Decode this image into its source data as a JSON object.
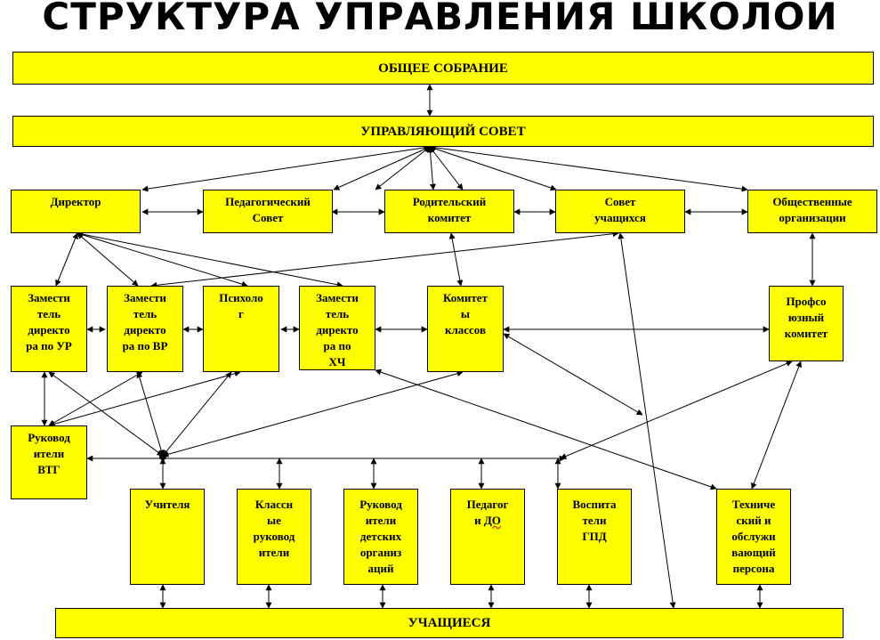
{
  "title": "СТРУКТУРА УПРАВЛЕНИЯ ШКОЛОЙ",
  "nodes": {
    "general_meeting": "ОБЩЕЕ СОБРАНИЕ",
    "board": "УПРАВЛЯЮЩИЙ СОВЕТ",
    "director": "Директор",
    "ped_council": "Педагогический\nСовет",
    "parent_committee": "Родительский\nкомитет",
    "student_council": "Совет\nучащихся",
    "public_orgs": "Общественные\nорганизации",
    "deputy_ur": "Замести\nтель\nдиректо\nра по УР",
    "deputy_vr": "Замести\nтель\nдиректо\nра по ВР",
    "psychologist": "Психоло\nг",
    "deputy_hch": "Замести\nтель\nдиректо\nра по\nХЧ",
    "class_committees": "Комитет\nы\nклассов",
    "trade_union": "Профсо\nюзный\nкомитет",
    "vtg_leaders": "Руковод\nители\nВТГ",
    "teachers": "Учителя",
    "class_leaders": "Классн\nые\nруковод\nители",
    "children_org_leaders": "Руковод\nители\nдетских\nорганиз\nаций",
    "teacher_do_prefix": "Педагог\nи ",
    "teacher_do_suffix": "ДО",
    "gpd_educators": "Воспита\nтели\nГПД",
    "tech_staff": "Техниче\nский и\nобслужи\nвающий\nперсона",
    "students": "УЧАЩИЕСЯ"
  }
}
